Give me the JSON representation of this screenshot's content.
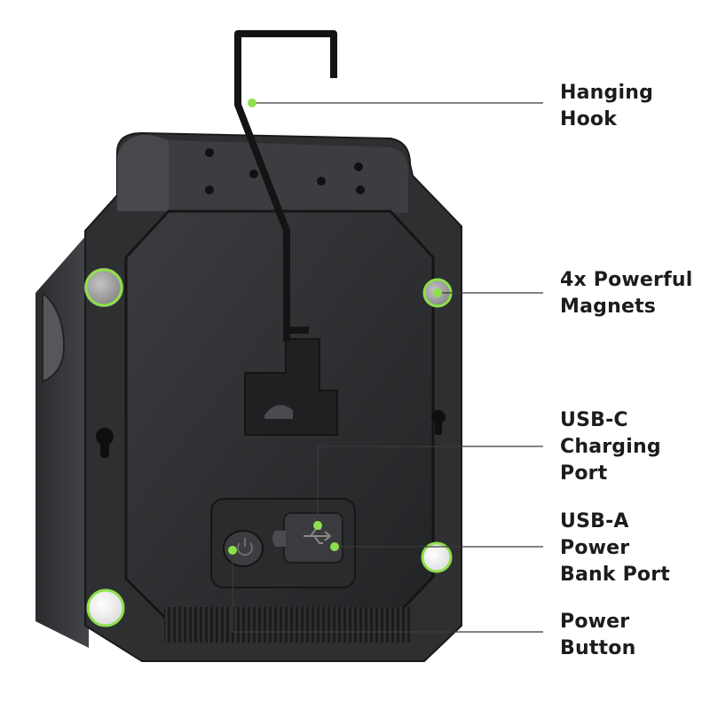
{
  "callouts": [
    {
      "id": "hook",
      "lines": [
        "Hanging",
        "Hook"
      ]
    },
    {
      "id": "magnets",
      "lines": [
        "4x Powerful",
        "Magnets"
      ]
    },
    {
      "id": "usbc",
      "lines": [
        "USB-C",
        "Charging",
        "Port"
      ]
    },
    {
      "id": "usba",
      "lines": [
        "USB-A",
        "Power",
        "Bank Port"
      ]
    },
    {
      "id": "power",
      "lines": [
        "Power",
        "Button"
      ]
    }
  ],
  "colors": {
    "accent": "#8ee04a",
    "body_dark": "#2b2c2e",
    "body_mid": "#3a3b3e",
    "label_text": "#1c1c1c",
    "leader_line": "#3a3a3a"
  },
  "icons": [
    "usb-icon",
    "power-icon",
    "keyhole-slot-icon"
  ]
}
